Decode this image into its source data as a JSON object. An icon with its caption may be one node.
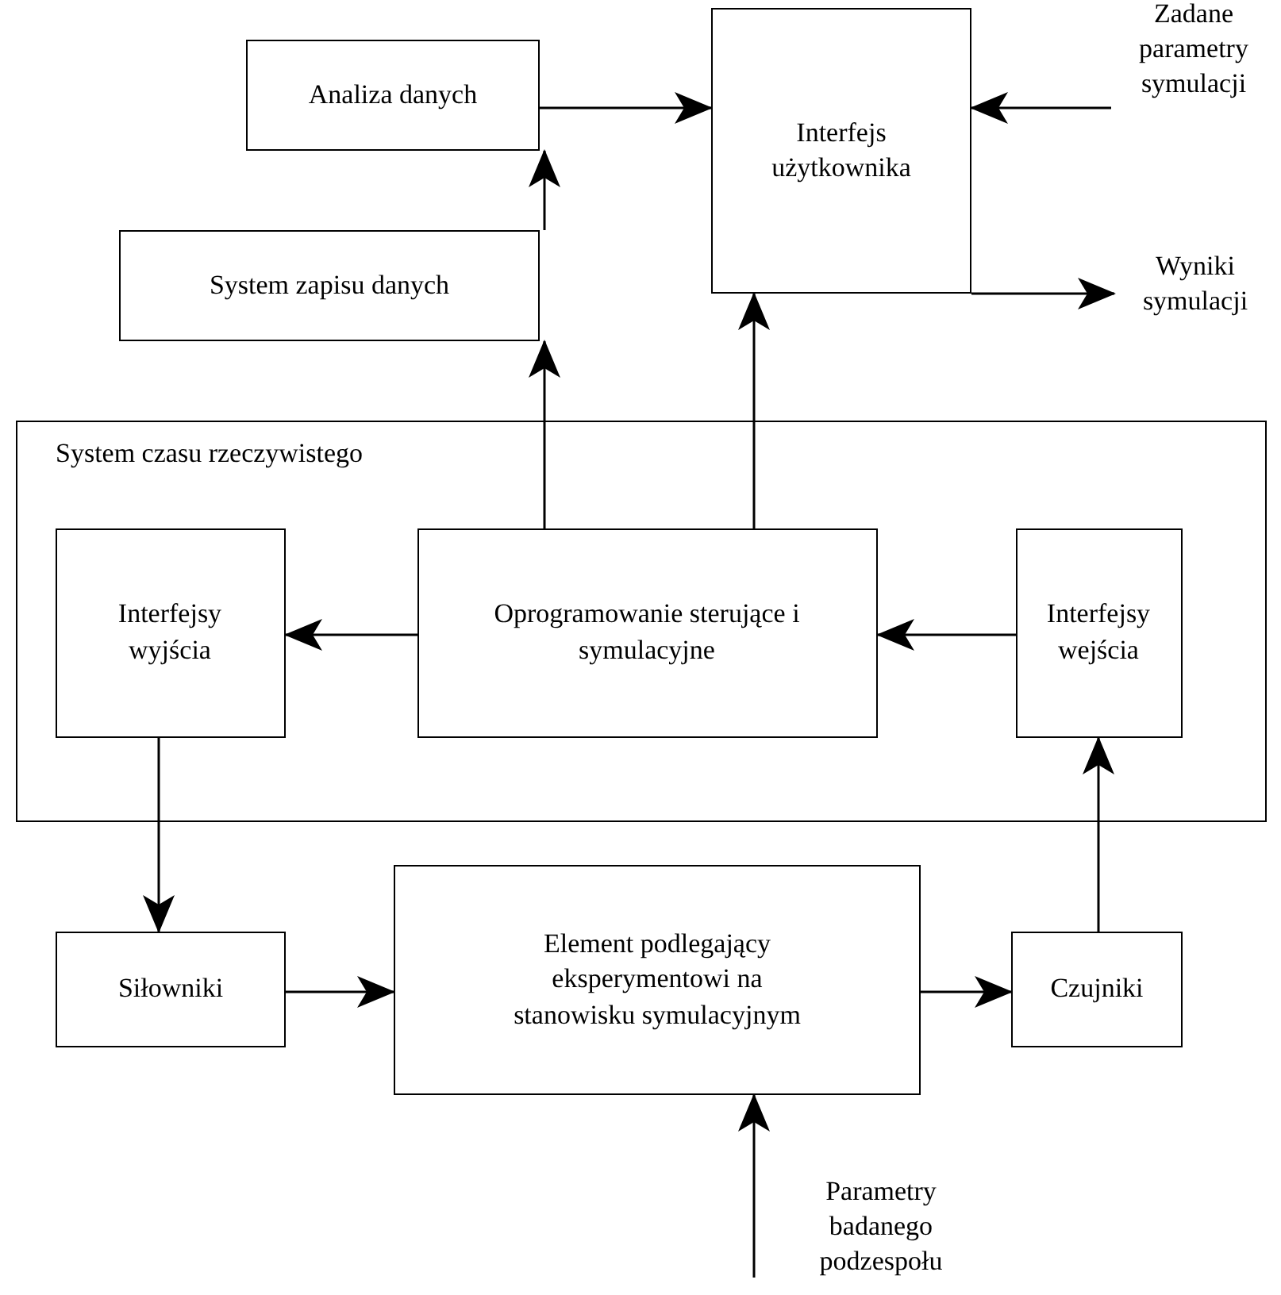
{
  "diagram": {
    "nodes": [
      {
        "text": [
          "Analiza danych"
        ]
      },
      {
        "text": [
          "Interfejs użytkownika"
        ]
      },
      {
        "text": [
          "Zadane parametry symulacji"
        ]
      },
      {
        "text": [
          "System zapisu danych"
        ]
      },
      {
        "text": [
          "Wyniki symulacji"
        ]
      },
      {
        "text": [
          "System czasu rzeczywistego"
        ]
      },
      {
        "text": [
          "Interfejsy wyjścia"
        ],
        "in": 5
      },
      {
        "text": [
          "Oprogramowanie sterujące i symulacyjne"
        ],
        "in": 5
      },
      {
        "text": [
          "Interfejsy wejścia"
        ],
        "in": 5
      },
      {
        "text": [
          "Siłowniki"
        ]
      },
      {
        "text": [
          "Element podlegający eksperymentowi na stanowisku symulacyjnym"
        ]
      },
      {
        "text": [
          "Czujniki"
        ]
      },
      {
        "text": [
          "Parametry badanego podzespołu"
        ]
      }
    ],
    "edges": [
      {
        "from": 0,
        "to": 1,
        "arrow": "to"
      },
      {
        "from": 2,
        "to": 1,
        "arrow": "to"
      },
      {
        "from": 3,
        "to": 0,
        "arrow": "to"
      },
      {
        "from": 1,
        "to": 4,
        "arrow": "to"
      },
      {
        "from": 7,
        "to": 3,
        "arrow": "to"
      },
      {
        "from": 7,
        "to": 1,
        "arrow": "to"
      },
      {
        "from": 7,
        "to": 6,
        "arrow": "to"
      },
      {
        "from": 8,
        "to": 7,
        "arrow": "to"
      },
      {
        "from": 6,
        "to": 9,
        "arrow": "to"
      },
      {
        "from": 9,
        "to": 10,
        "arrow": "to"
      },
      {
        "from": 10,
        "to": 11,
        "arrow": "to"
      },
      {
        "from": 11,
        "to": 8,
        "arrow": "to"
      },
      {
        "from": 12,
        "to": 10,
        "arrow": "to"
      }
    ]
  }
}
